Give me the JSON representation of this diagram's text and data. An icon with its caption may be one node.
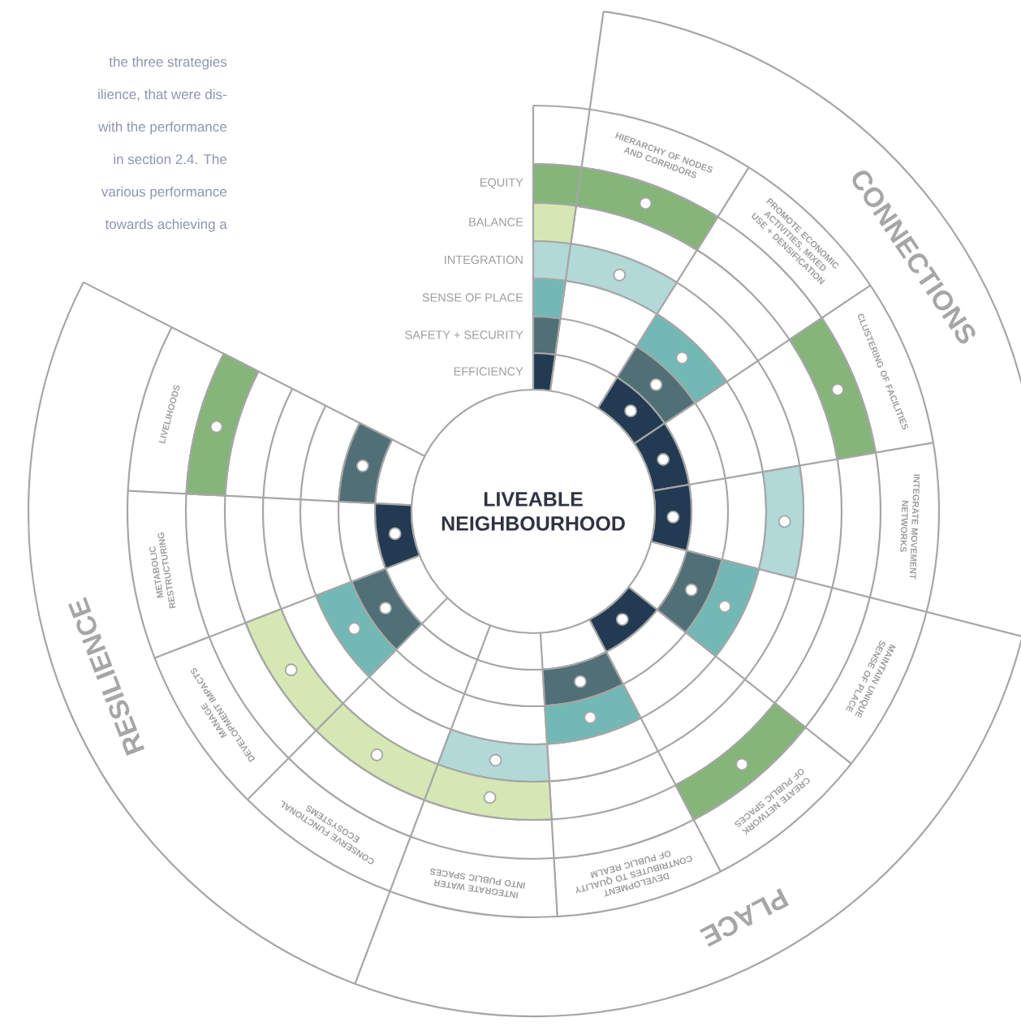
{
  "diagram": {
    "nodes": [
      {
        "text": [
          "LIVEABLE NEIGHBOURHOOD"
        ]
      },
      {
        "text": [
          "CONNECTIONS"
        ]
      },
      {
        "text": [
          "PLACE"
        ]
      },
      {
        "text": [
          "RESILIENCE"
        ]
      },
      {
        "text": [
          "HIERARCHY OF NODES AND CORRIDORS"
        ]
      },
      {
        "text": [
          "PROMOTE ECONOMIC ACTIVITIES, MIXED USE + DENSIFICATION"
        ]
      },
      {
        "text": [
          "CLUSTERING OF FACILITIES"
        ]
      },
      {
        "text": [
          "INTEGRATE MOVEMENT NETWORKS"
        ]
      },
      {
        "text": [
          "MAINTAIN UNIQUE SENSE OF PLACE"
        ]
      },
      {
        "text": [
          "CREATE NETWORK OF PUBLIC SPACES"
        ]
      },
      {
        "text": [
          "DEVELOPMENT CONTRIBUTES TO QUALITY OF PUBLIC REALM"
        ]
      },
      {
        "text": [
          "INTEGRATE WATER INTO PUBLIC SPACES"
        ]
      },
      {
        "text": [
          "CONSERVE FUNCTIONAL ECOSYSTEMS"
        ]
      },
      {
        "text": [
          "MANAGE DEVELOPMENT IMPACTS"
        ]
      },
      {
        "text": [
          "METABOLIC RESTRUCTURING"
        ]
      },
      {
        "text": [
          "LIVELIHOODS"
        ]
      }
    ],
    "labels": [
      "the three strategies",
      "ilience, that were dis-",
      "with the performance",
      "in section 2.4. The",
      "various performance",
      "towards achieving a"
    ],
    "legend": [
      {
        "text": "EQUITY",
        "color": "#86b57a"
      },
      {
        "text": "BALANCE",
        "color": "#d5e8b4"
      },
      {
        "text": "INTEGRATION",
        "color": "#b3d9d7"
      },
      {
        "text": "SENSE OF PLACE",
        "color": "#72b9b5"
      },
      {
        "text": "SAFETY + SECURITY",
        "color": "#516f77"
      },
      {
        "text": "EFFICIENCY",
        "color": "#233a53"
      }
    ]
  }
}
